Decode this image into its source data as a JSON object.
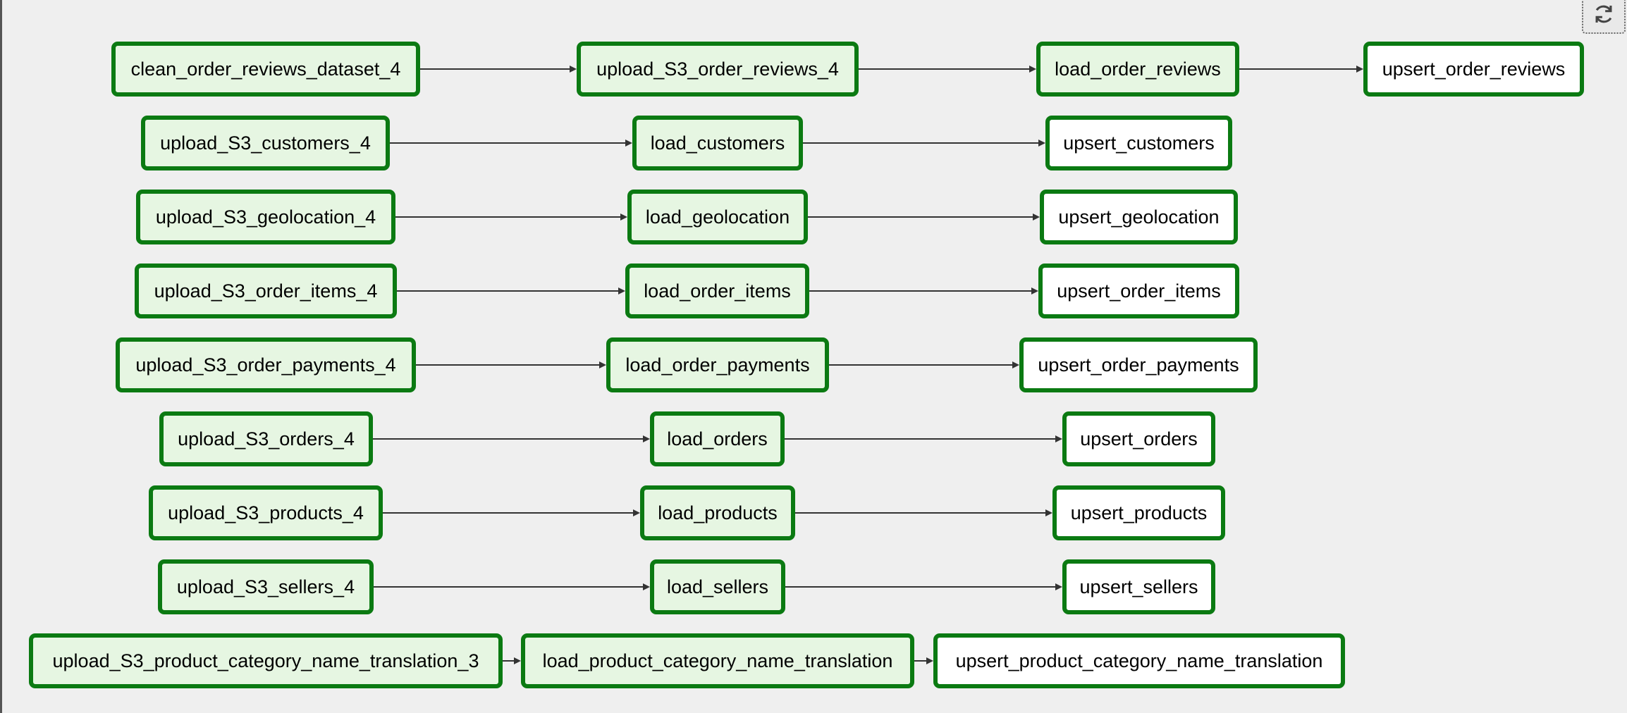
{
  "diagram": {
    "nodes": [
      {
        "id": "n1",
        "label": "clean_order_reviews_dataset_4",
        "state": "success"
      },
      {
        "id": "n2",
        "label": "upload_S3_order_reviews_4",
        "state": "success"
      },
      {
        "id": "n3",
        "label": "load_order_reviews",
        "state": "success"
      },
      {
        "id": "n4",
        "label": "upsert_order_reviews",
        "state": "pending"
      },
      {
        "id": "n5",
        "label": "upload_S3_customers_4",
        "state": "success"
      },
      {
        "id": "n6",
        "label": "load_customers",
        "state": "success"
      },
      {
        "id": "n7",
        "label": "upsert_customers",
        "state": "pending"
      },
      {
        "id": "n8",
        "label": "upload_S3_geolocation_4",
        "state": "success"
      },
      {
        "id": "n9",
        "label": "load_geolocation",
        "state": "success"
      },
      {
        "id": "n10",
        "label": "upsert_geolocation",
        "state": "pending"
      },
      {
        "id": "n11",
        "label": "upload_S3_order_items_4",
        "state": "success"
      },
      {
        "id": "n12",
        "label": "load_order_items",
        "state": "success"
      },
      {
        "id": "n13",
        "label": "upsert_order_items",
        "state": "pending"
      },
      {
        "id": "n14",
        "label": "upload_S3_order_payments_4",
        "state": "success"
      },
      {
        "id": "n15",
        "label": "load_order_payments",
        "state": "success"
      },
      {
        "id": "n16",
        "label": "upsert_order_payments",
        "state": "pending"
      },
      {
        "id": "n17",
        "label": "upload_S3_orders_4",
        "state": "success"
      },
      {
        "id": "n18",
        "label": "load_orders",
        "state": "success"
      },
      {
        "id": "n19",
        "label": "upsert_orders",
        "state": "pending"
      },
      {
        "id": "n20",
        "label": "upload_S3_products_4",
        "state": "success"
      },
      {
        "id": "n21",
        "label": "load_products",
        "state": "success"
      },
      {
        "id": "n22",
        "label": "upsert_products",
        "state": "pending"
      },
      {
        "id": "n23",
        "label": "upload_S3_sellers_4",
        "state": "success"
      },
      {
        "id": "n24",
        "label": "load_sellers",
        "state": "success"
      },
      {
        "id": "n25",
        "label": "upsert_sellers",
        "state": "pending"
      },
      {
        "id": "n26",
        "label": "upload_S3_product_category_name_translation_3",
        "state": "success"
      },
      {
        "id": "n27",
        "label": "load_product_category_name_translation",
        "state": "success"
      },
      {
        "id": "n28",
        "label": "upsert_product_category_name_translation",
        "state": "pending"
      }
    ],
    "edges": [
      [
        "n1",
        "n2"
      ],
      [
        "n2",
        "n3"
      ],
      [
        "n3",
        "n4"
      ],
      [
        "n5",
        "n6"
      ],
      [
        "n6",
        "n7"
      ],
      [
        "n8",
        "n9"
      ],
      [
        "n9",
        "n10"
      ],
      [
        "n11",
        "n12"
      ],
      [
        "n12",
        "n13"
      ],
      [
        "n14",
        "n15"
      ],
      [
        "n15",
        "n16"
      ],
      [
        "n17",
        "n18"
      ],
      [
        "n18",
        "n19"
      ],
      [
        "n20",
        "n21"
      ],
      [
        "n21",
        "n22"
      ],
      [
        "n23",
        "n24"
      ],
      [
        "n24",
        "n25"
      ],
      [
        "n26",
        "n27"
      ],
      [
        "n27",
        "n28"
      ]
    ]
  },
  "colors": {
    "node_border": "#0b7a12",
    "success_fill": "#e6f6e2",
    "pending_fill": "#ffffff",
    "edge": "#333333",
    "background": "#efefef"
  },
  "toolbar": {
    "refresh_icon": "refresh-icon"
  }
}
